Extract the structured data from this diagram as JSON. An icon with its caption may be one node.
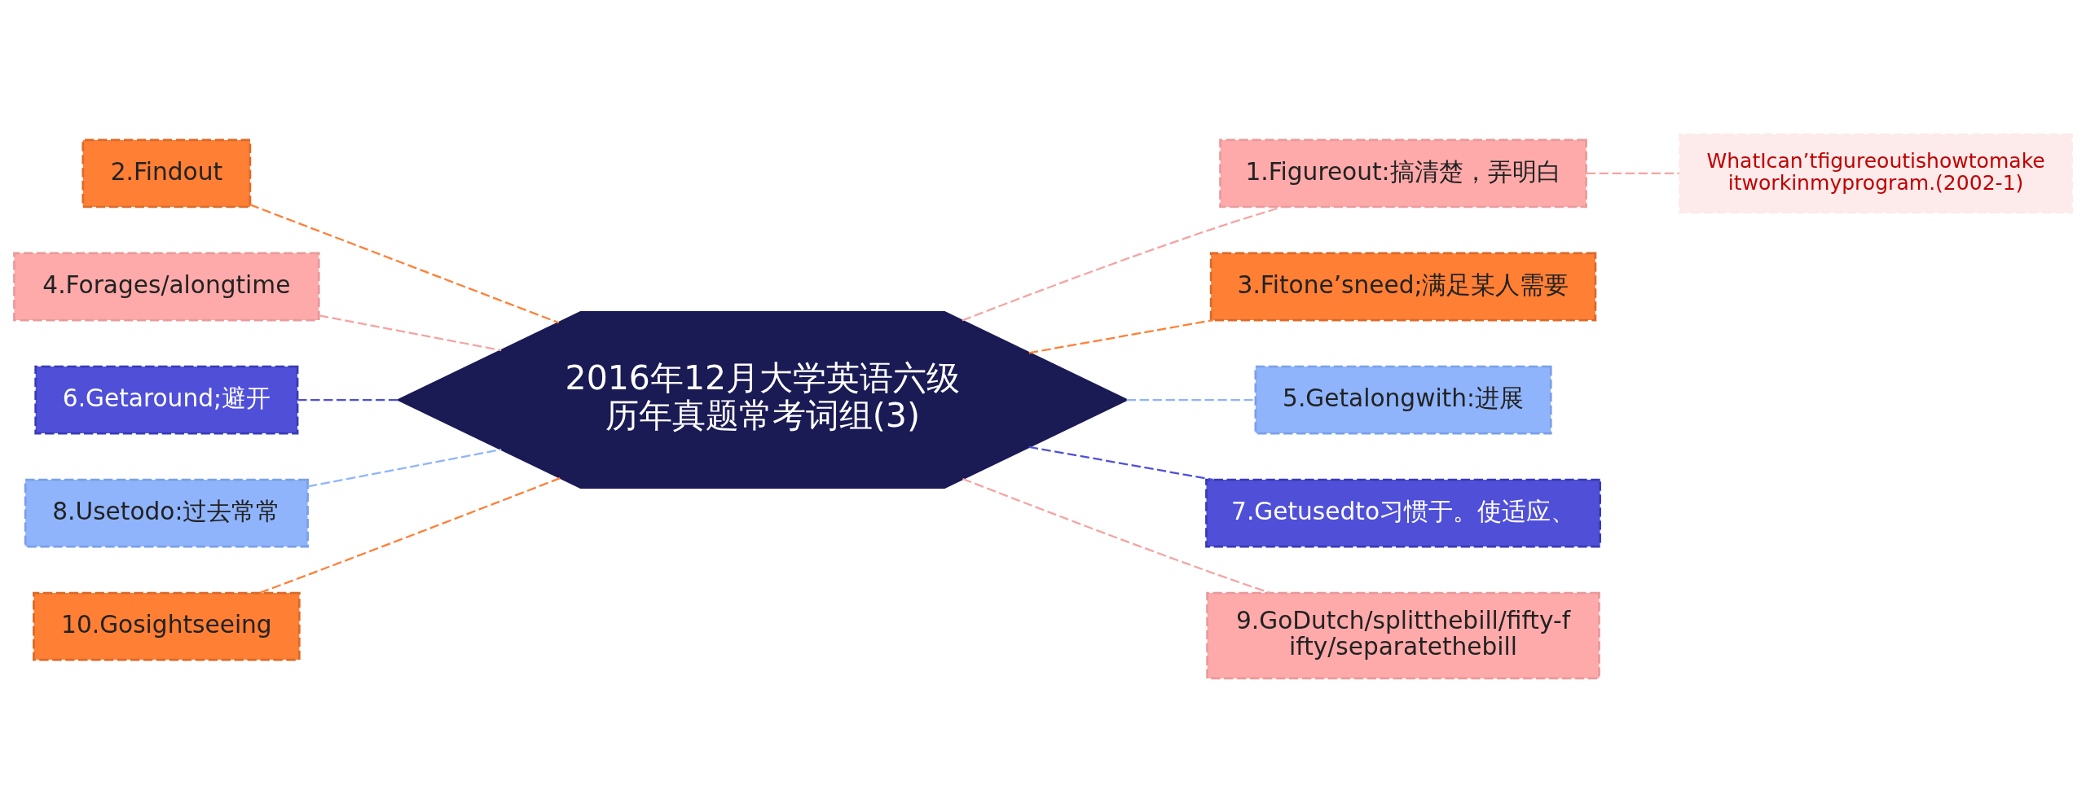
{
  "diagram": {
    "nodes": [
      {
        "text": [
          "2016年12月大学英语六级历年真题常考词组(3)"
        ]
      },
      {
        "text": [
          "1.Figureout:搞清楚，弄明白"
        ]
      },
      {
        "text": [
          "WhatIcan’tfigureoutishowtomakeitworkinmyprogram.(2002-1)"
        ]
      },
      {
        "text": [
          "3.Fitone’sneed;满足某人需要"
        ]
      },
      {
        "text": [
          "5.Getalongwith:进展"
        ]
      },
      {
        "text": [
          "7.Getusedto习惯于。使适应、"
        ]
      },
      {
        "text": [
          "9.GoDutch/splitthebill/fifty-fifty/separatethebill"
        ]
      },
      {
        "text": [
          "2.Findout"
        ]
      },
      {
        "text": [
          "4.Forages/alongtime"
        ]
      },
      {
        "text": [
          "6.Getaround;避开"
        ]
      },
      {
        "text": [
          "8.Usetodo:过去常常"
        ]
      },
      {
        "text": [
          "10.Gosightseeing"
        ]
      }
    ],
    "edges": [
      {
        "from": 0,
        "to": 1,
        "arrow": "none",
        "style": "dashed",
        "color": "#f5a3a3"
      },
      {
        "from": 1,
        "to": 2,
        "arrow": "none",
        "style": "dashed",
        "color": "#f5a3a3"
      },
      {
        "from": 0,
        "to": 3,
        "arrow": "none",
        "style": "dashed",
        "color": "#ff7f35"
      },
      {
        "from": 0,
        "to": 4,
        "arrow": "none",
        "style": "dashed",
        "color": "#8fb4fb"
      },
      {
        "from": 0,
        "to": 5,
        "arrow": "none",
        "style": "dashed",
        "color": "#4f4fd8"
      },
      {
        "from": 0,
        "to": 6,
        "arrow": "none",
        "style": "dashed",
        "color": "#f5a3a3"
      },
      {
        "from": 7,
        "to": 0,
        "arrow": "none",
        "style": "dashed",
        "color": "#ff7f35"
      },
      {
        "from": 8,
        "to": 0,
        "arrow": "none",
        "style": "dashed",
        "color": "#f5a3a3"
      },
      {
        "from": 9,
        "to": 0,
        "arrow": "none",
        "style": "dashed",
        "color": "#4f4fd8"
      },
      {
        "from": 10,
        "to": 0,
        "arrow": "none",
        "style": "dashed",
        "color": "#8fb4fb"
      },
      {
        "from": 11,
        "to": 0,
        "arrow": "none",
        "style": "dashed",
        "color": "#ff7f35"
      }
    ]
  }
}
